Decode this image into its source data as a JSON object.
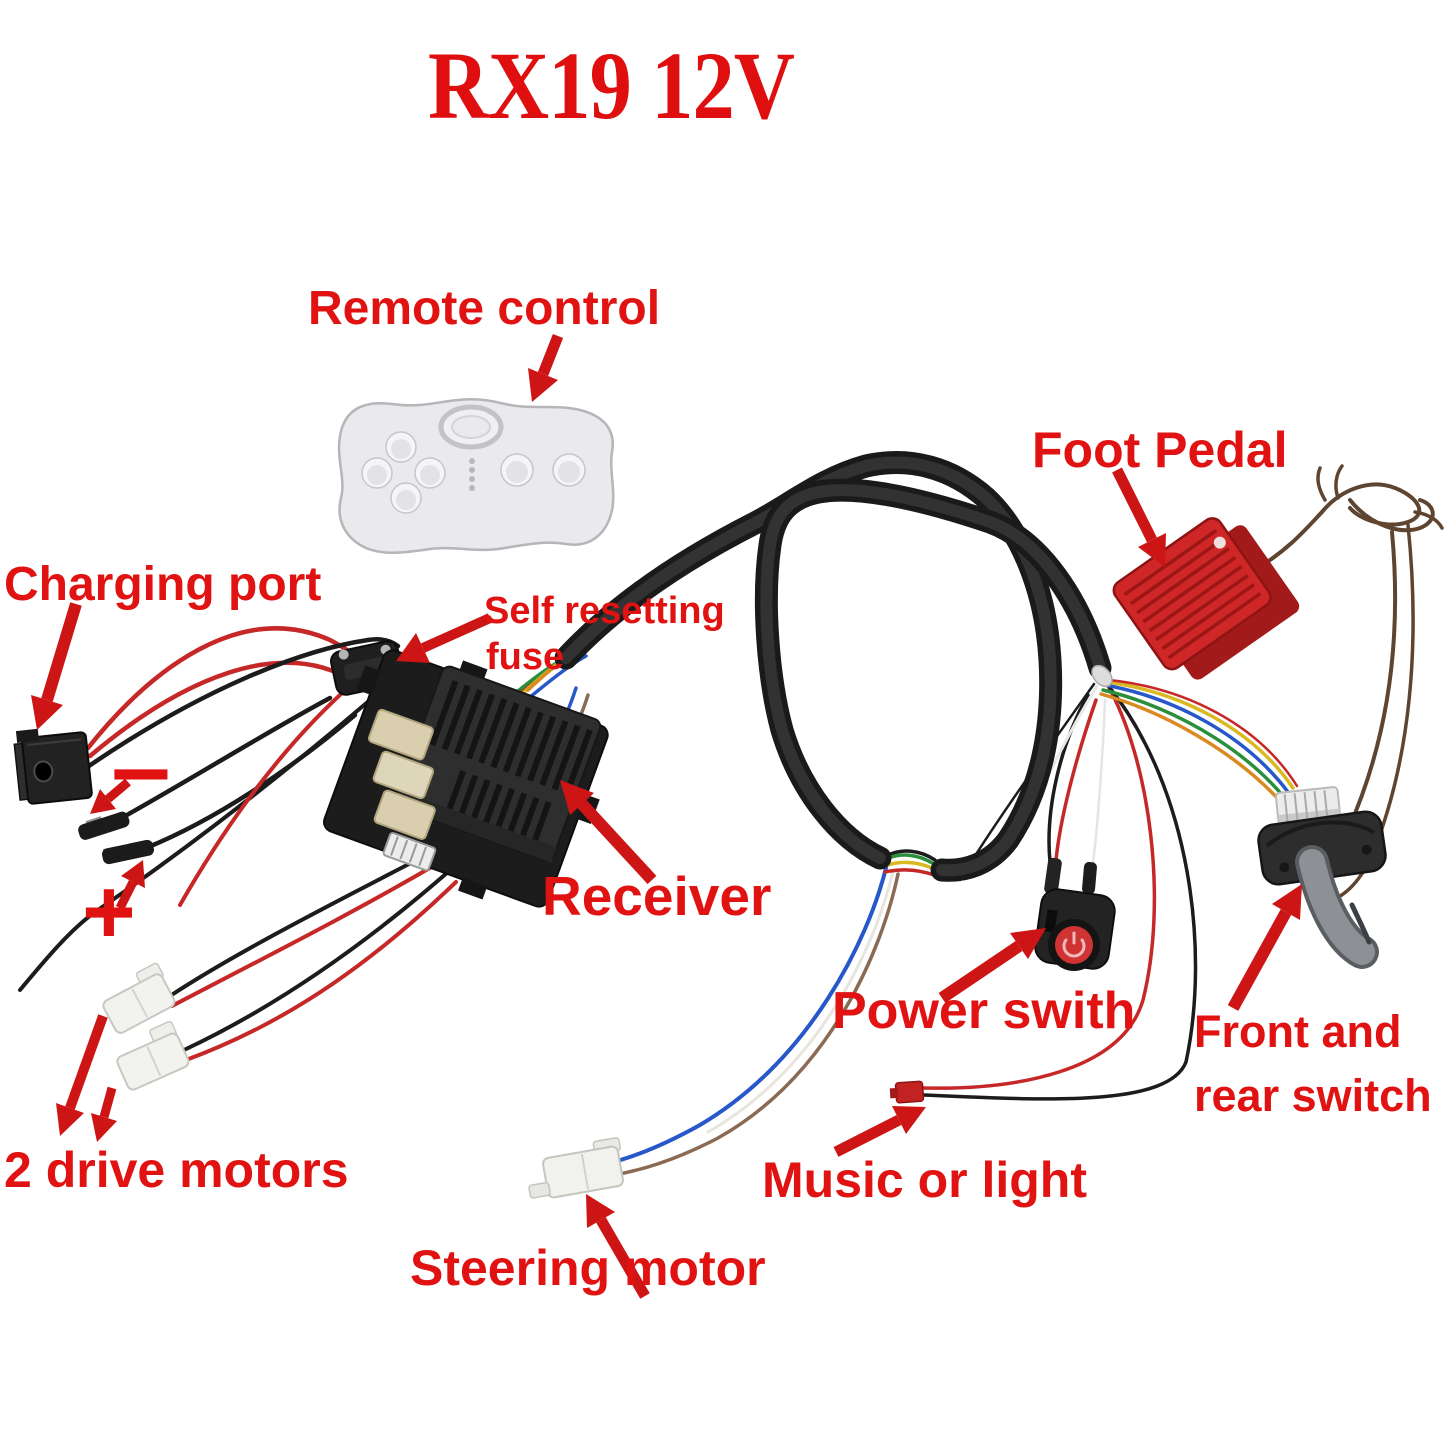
{
  "title": "RX19 12V",
  "accent_color": "#e11212",
  "annotations": {
    "remote_control": "Remote control",
    "charging_port": "Charging port",
    "self_resetting_fuse": [
      "Self resetting",
      "fuse"
    ],
    "receiver": "Receiver",
    "foot_pedal": "Foot Pedal",
    "power_switch": "Power swith",
    "front_rear_switch": [
      "Front and",
      "rear switch"
    ],
    "drive_motors": "2 drive motors",
    "music_or_light": "Music or light",
    "steering_motor": "Steering motor",
    "battery_minus": "−",
    "battery_plus": "+"
  }
}
